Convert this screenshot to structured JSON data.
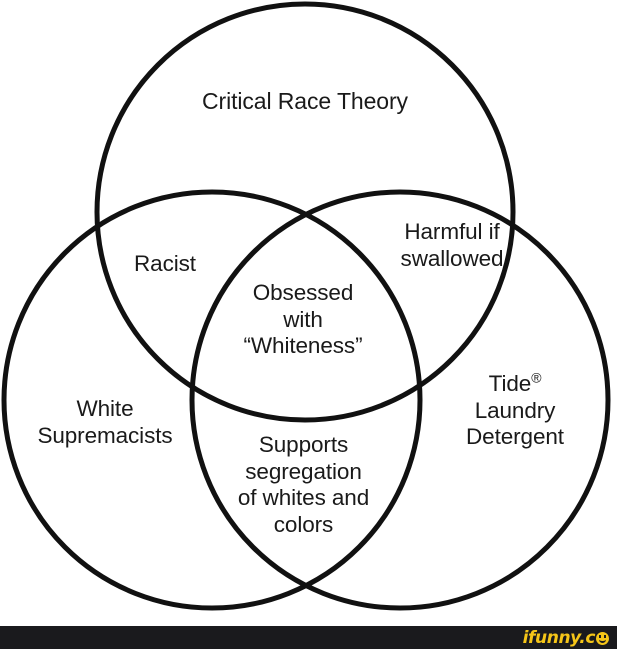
{
  "image": {
    "kind": "venn-diagram-meme",
    "background_color": "#ffffff",
    "stroke_color": "#111111",
    "text_color": "#1a1a1a"
  },
  "diagram": {
    "type": "venn",
    "set_count": 3,
    "sets": [
      {
        "id": "top",
        "label": "Critical Race Theory",
        "position": "top"
      },
      {
        "id": "left",
        "label": "White\nSupremacists",
        "position": "bottom-left"
      },
      {
        "id": "right",
        "label": "Tide® Laundry Detergent",
        "label_line1": "Tide",
        "label_registered": "®",
        "label_line2": "Laundry",
        "label_line3": "Detergent",
        "position": "bottom-right"
      }
    ],
    "intersections": [
      {
        "id": "top-left",
        "sets": [
          "top",
          "left"
        ],
        "label": "Racist"
      },
      {
        "id": "top-right",
        "sets": [
          "top",
          "right"
        ],
        "label": "Harmful if\nswallowed"
      },
      {
        "id": "center",
        "sets": [
          "top",
          "left",
          "right"
        ],
        "label": "Obsessed\nwith\n“Whiteness”"
      },
      {
        "id": "left-right",
        "sets": [
          "left",
          "right"
        ],
        "label": "Supports\nsegregation\nof whites and\ncolors"
      }
    ]
  },
  "watermark": {
    "text": "ifunny.c",
    "suffix_icon": "smiley-face-icon",
    "full_text": "ifunny.co",
    "text_color": "#f5c518",
    "bar_color": "#1a1a1d"
  }
}
